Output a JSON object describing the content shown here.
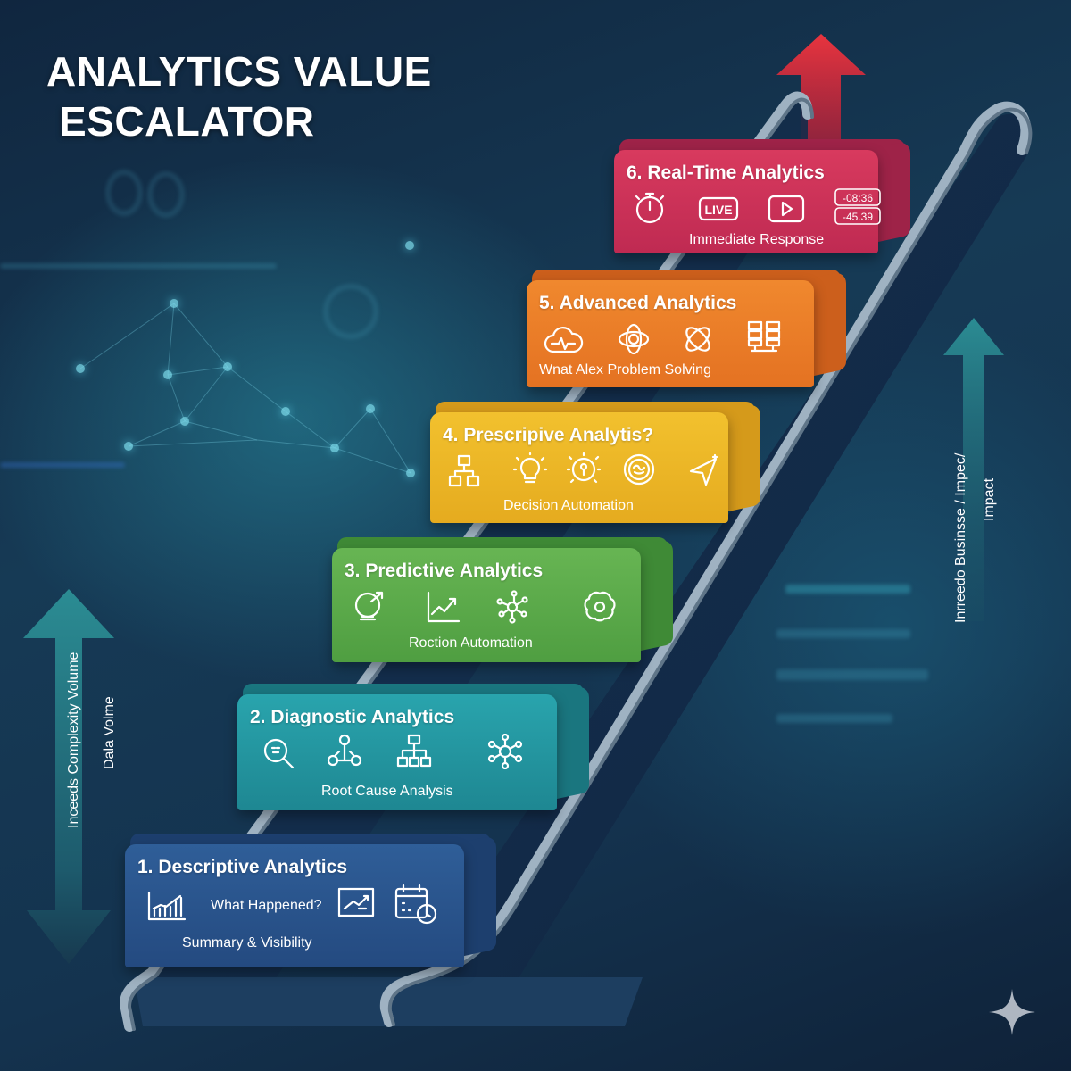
{
  "title": {
    "line1": "ANALYTICS VALUE",
    "line2": "ESCALATOR"
  },
  "steps": [
    {
      "number": 1,
      "heading": "1. Descriptive Analytics",
      "captions": [
        "What Happened?",
        "Summary & Visibility"
      ],
      "icons": [
        "bar-chart-icon",
        "trend-chart-board-icon",
        "calendar-clock-icon"
      ],
      "color": "#2b578f"
    },
    {
      "number": 2,
      "heading": "2. Diagnostic Analytics",
      "captions": [
        "Root Cause Analysis"
      ],
      "icons": [
        "magnifier-icon",
        "flow-branch-icon",
        "hierarchy-icon",
        "network-hub-icon"
      ],
      "color": "#25999f"
    },
    {
      "number": 3,
      "heading": "3. Predictive Analytics",
      "captions": [
        "Roction Automation"
      ],
      "icons": [
        "crystal-ball-icon",
        "growth-line-chart-icon",
        "scatter-network-icon",
        "brain-icon"
      ],
      "color": "#5bab4b"
    },
    {
      "number": 4,
      "heading": "4. Prescripive Analytis?",
      "captions": [
        "Decision Automation"
      ],
      "icons": [
        "org-flow-icon",
        "lightbulb-icon",
        "idea-gear-icon",
        "brain-circle-icon",
        "cursor-arrow-icon"
      ],
      "color": "#edb726"
    },
    {
      "number": 5,
      "heading": "5. Advanced Analytics",
      "captions": [
        "Wnat Alex Problem Solving"
      ],
      "icons": [
        "cloud-pulse-icon",
        "neural-knot-icon",
        "infinity-knot-icon",
        "server-rack-icon"
      ],
      "color": "#ec7d29"
    },
    {
      "number": 6,
      "heading": "6. Real-Time Analytics",
      "captions": [
        "Immediate Response"
      ],
      "icons": [
        "stopwatch-icon",
        "live-badge-icon",
        "play-button-icon",
        "digital-clock-icon"
      ],
      "icon_text": {
        "live": "LIVE",
        "clock_top": "-08:36",
        "clock_bottom": "-45.39"
      },
      "color": "#cc3158"
    }
  ],
  "left_axis": {
    "label_outer": "Inceeds Complexity Volume",
    "label_inner": "Dala Volme",
    "arrow_color": "#2a8a93"
  },
  "right_axis": {
    "label_outer": "Inrreedo Businsse / Impec/",
    "label_inner": "Impact",
    "arrow_color": "#2a8a93"
  },
  "top_arrow": {
    "color": "#e0323f"
  },
  "watermark": {
    "icon": "sparkle-icon"
  }
}
